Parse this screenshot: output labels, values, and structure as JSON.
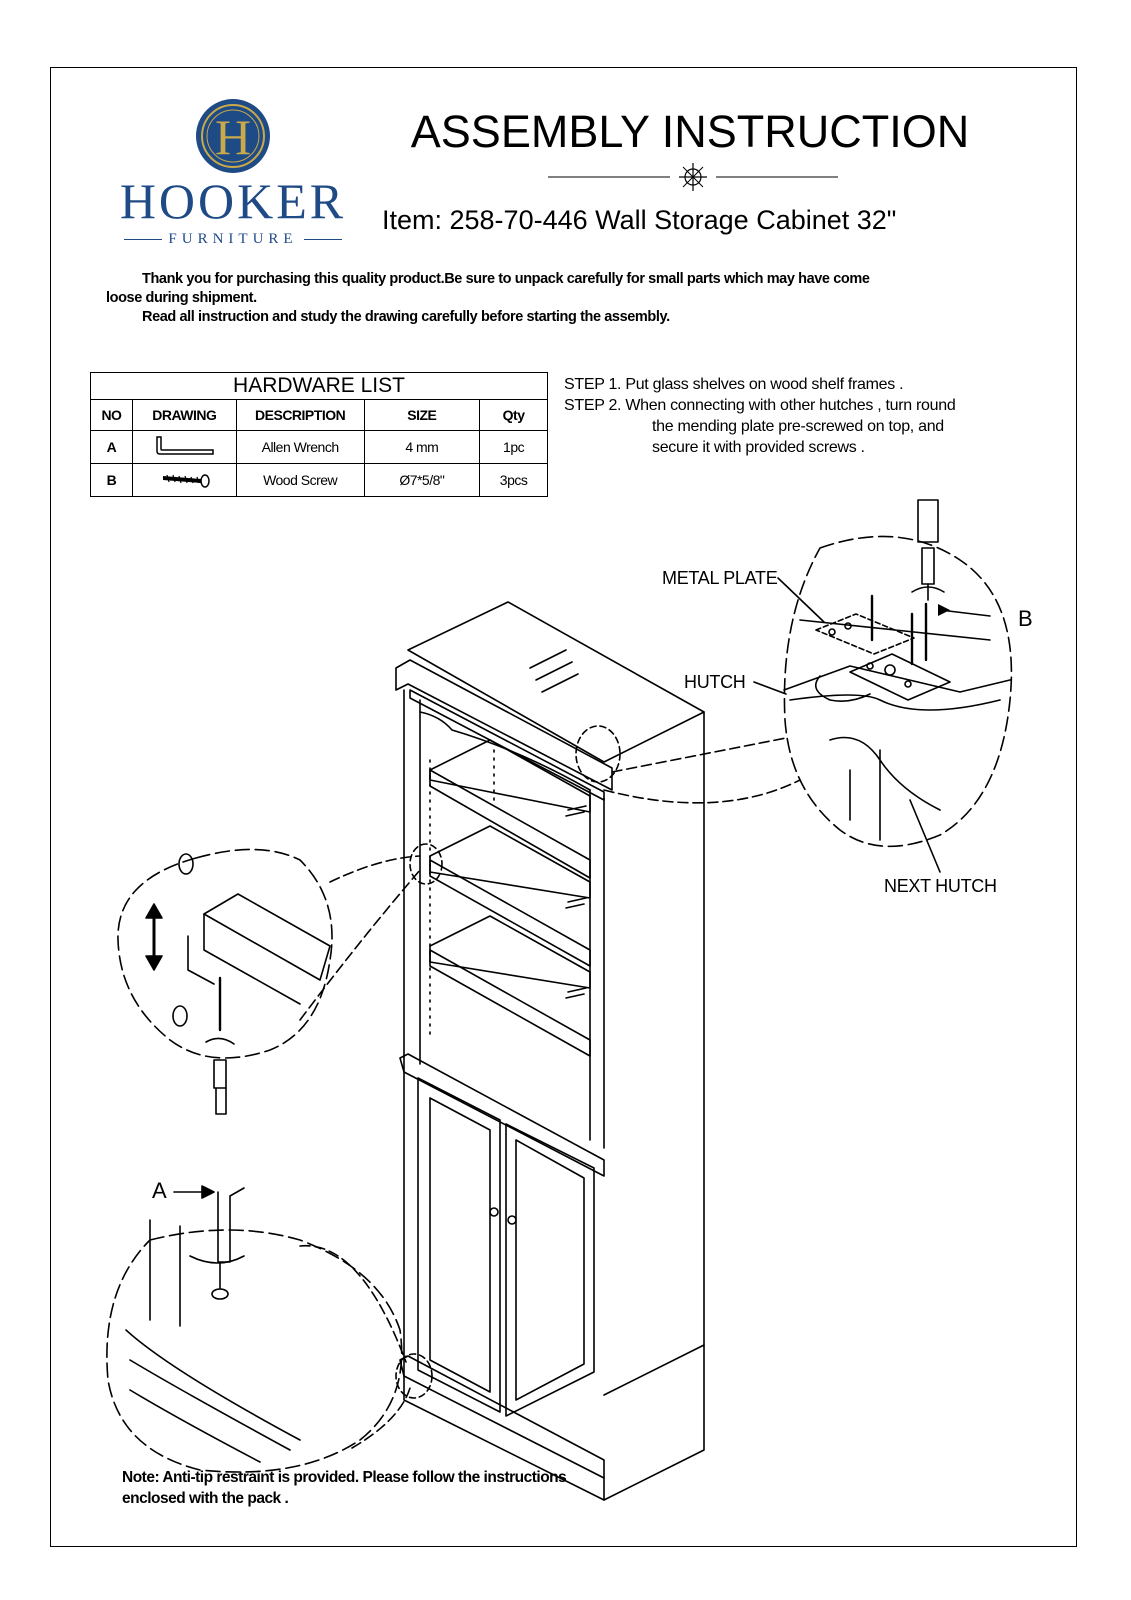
{
  "header": {
    "logo_initial": "H",
    "logo_word": "HOOKER",
    "logo_sub": "FURNITURE",
    "title": "ASSEMBLY INSTRUCTION",
    "item_line": "Item: 258-70-446  Wall Storage Cabinet 32\""
  },
  "intro": {
    "line1": "Thank you for purchasing this quality product.Be sure to unpack carefully for small parts which may have come",
    "line2": "loose during shipment.",
    "line3": "Read all instruction and study the drawing carefully before starting the assembly."
  },
  "hardware": {
    "caption": "HARDWARE  LIST",
    "headers": [
      "NO",
      "DRAWING",
      "DESCRIPTION",
      "SIZE",
      "Qty"
    ],
    "rows": [
      {
        "no": "A",
        "description": "Allen Wrench",
        "size": "4 mm",
        "qty": "1pc"
      },
      {
        "no": "B",
        "description": "Wood Screw",
        "size": "Ø7*5/8\"",
        "qty": "3pcs"
      }
    ]
  },
  "steps": {
    "step1": "STEP 1. Put glass shelves on wood shelf frames .",
    "step2a": "STEP 2.  When connecting with other hutches , turn round",
    "step2b": "the mending plate pre-screwed on top, and",
    "step2c": "secure it with provided screws ."
  },
  "labels": {
    "metal_plate": "METAL PLATE",
    "hutch": "HUTCH",
    "next_hutch": "NEXT HUTCH",
    "b": "B",
    "a": "A"
  },
  "note": {
    "line1": "Note: Anti-tip restraint is provided. Please follow the instructions",
    "line2": "enclosed with the pack ."
  },
  "colors": {
    "logo_blue": "#1e4a86",
    "logo_gold": "#c9a94a",
    "ink": "#000000"
  }
}
